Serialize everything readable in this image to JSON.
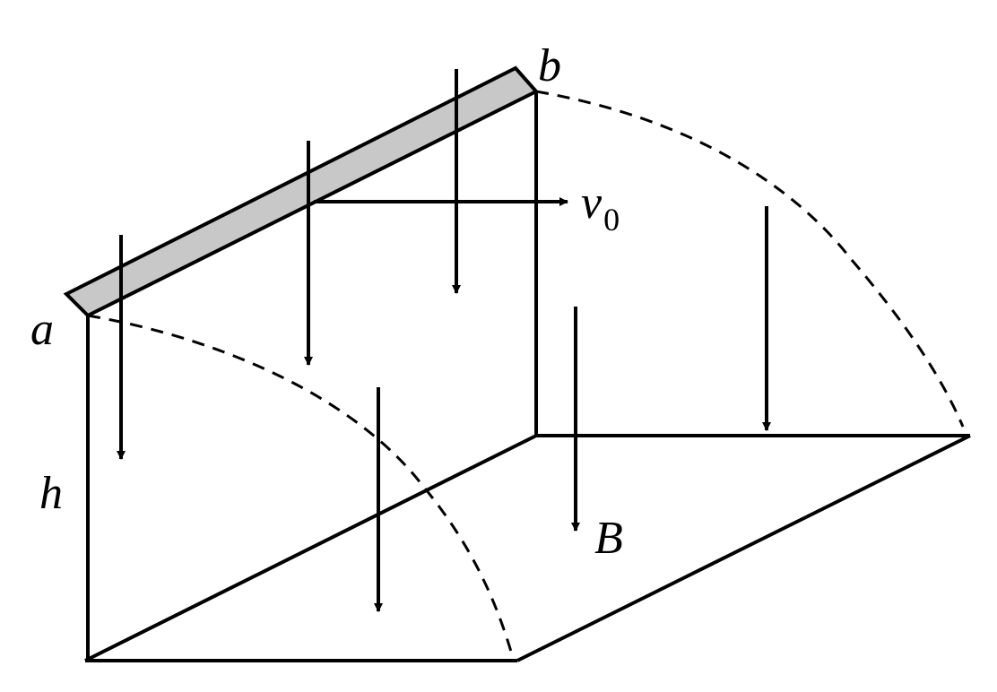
{
  "labels": {
    "a": "a",
    "b": "b",
    "h": "h",
    "B": "B",
    "v0_base": "v",
    "v0_sub": "0"
  },
  "colors": {
    "line": "#000000",
    "rod_fill": "#c8c8c8",
    "background": "#ffffff"
  }
}
